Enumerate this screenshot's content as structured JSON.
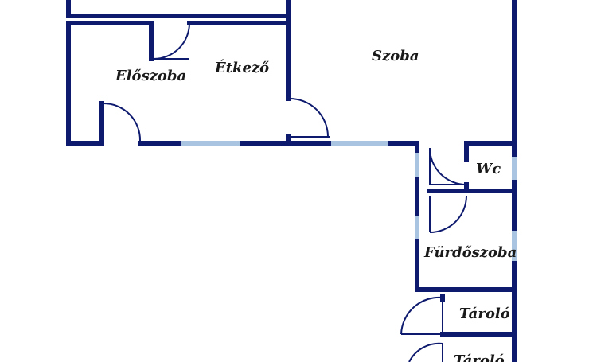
{
  "rooms": {
    "top_room": "",
    "eloszoba": "Előszoba",
    "etkezo": "Étkező",
    "szoba": "Szoba",
    "wc": "Wc",
    "furdoszoba": "Fürdőszoba",
    "tarolo_1": "Tároló",
    "tarolo_2": "Tároló"
  },
  "colors": {
    "wall": "#0d1a6e",
    "window": "#a9c4e0",
    "background": "#ffffff",
    "label": "#1a1a1a"
  }
}
